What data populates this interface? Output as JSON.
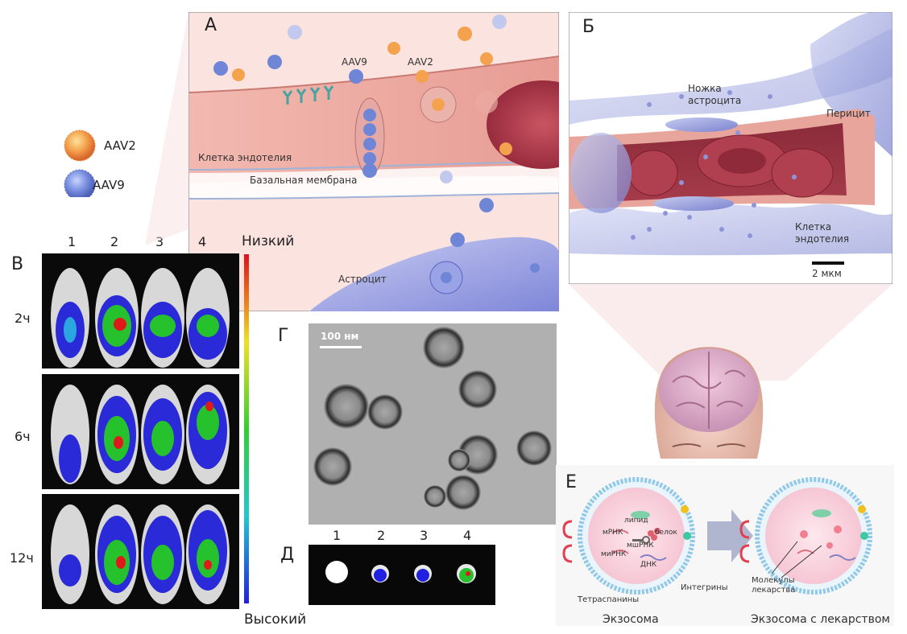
{
  "legend": {
    "aav2": "AAV2",
    "aav9": "AAV9",
    "aav2_color": "#f0a050",
    "aav9_color": "#6f86d6"
  },
  "panel_a": {
    "letter": "А",
    "aav9": "AAV9",
    "aav2": "AAV2",
    "endothelial_cell": "Клетка эндотелия",
    "basal_membrane": "Базальная мембрана",
    "astrocyte": "Астроцит"
  },
  "panel_b": {
    "letter": "Б",
    "astrocyte_foot": "Ножка\nастроцита",
    "pericyte": "Перицит",
    "endothelial_cell": "Клетка\nэндотелия",
    "scale": "2 мкм"
  },
  "panel_v": {
    "letter": "В",
    "lanes": [
      "1",
      "2",
      "3",
      "4"
    ],
    "times": [
      "2ч",
      "6ч",
      "12ч"
    ],
    "scale_low": "Низкий",
    "scale_high": "Высокий"
  },
  "panel_g": {
    "letter": "Г",
    "scale": "100 нм"
  },
  "panel_d": {
    "letter": "Д",
    "lanes": [
      "1",
      "2",
      "3",
      "4"
    ]
  },
  "panel_e": {
    "letter": "Е",
    "lipid": "липид",
    "protein": "белок",
    "mrna": "мРНК",
    "shrna": "мшРНК",
    "mirna": "миРНК",
    "dna": "ДНК",
    "tetraspanins": "Тетраспанины",
    "integrins": "Интегрины",
    "drug_molecules": "Молекулы\nлекарства",
    "exosome": "Экзосома",
    "exosome_drug": "Экзосома с лекарством"
  }
}
